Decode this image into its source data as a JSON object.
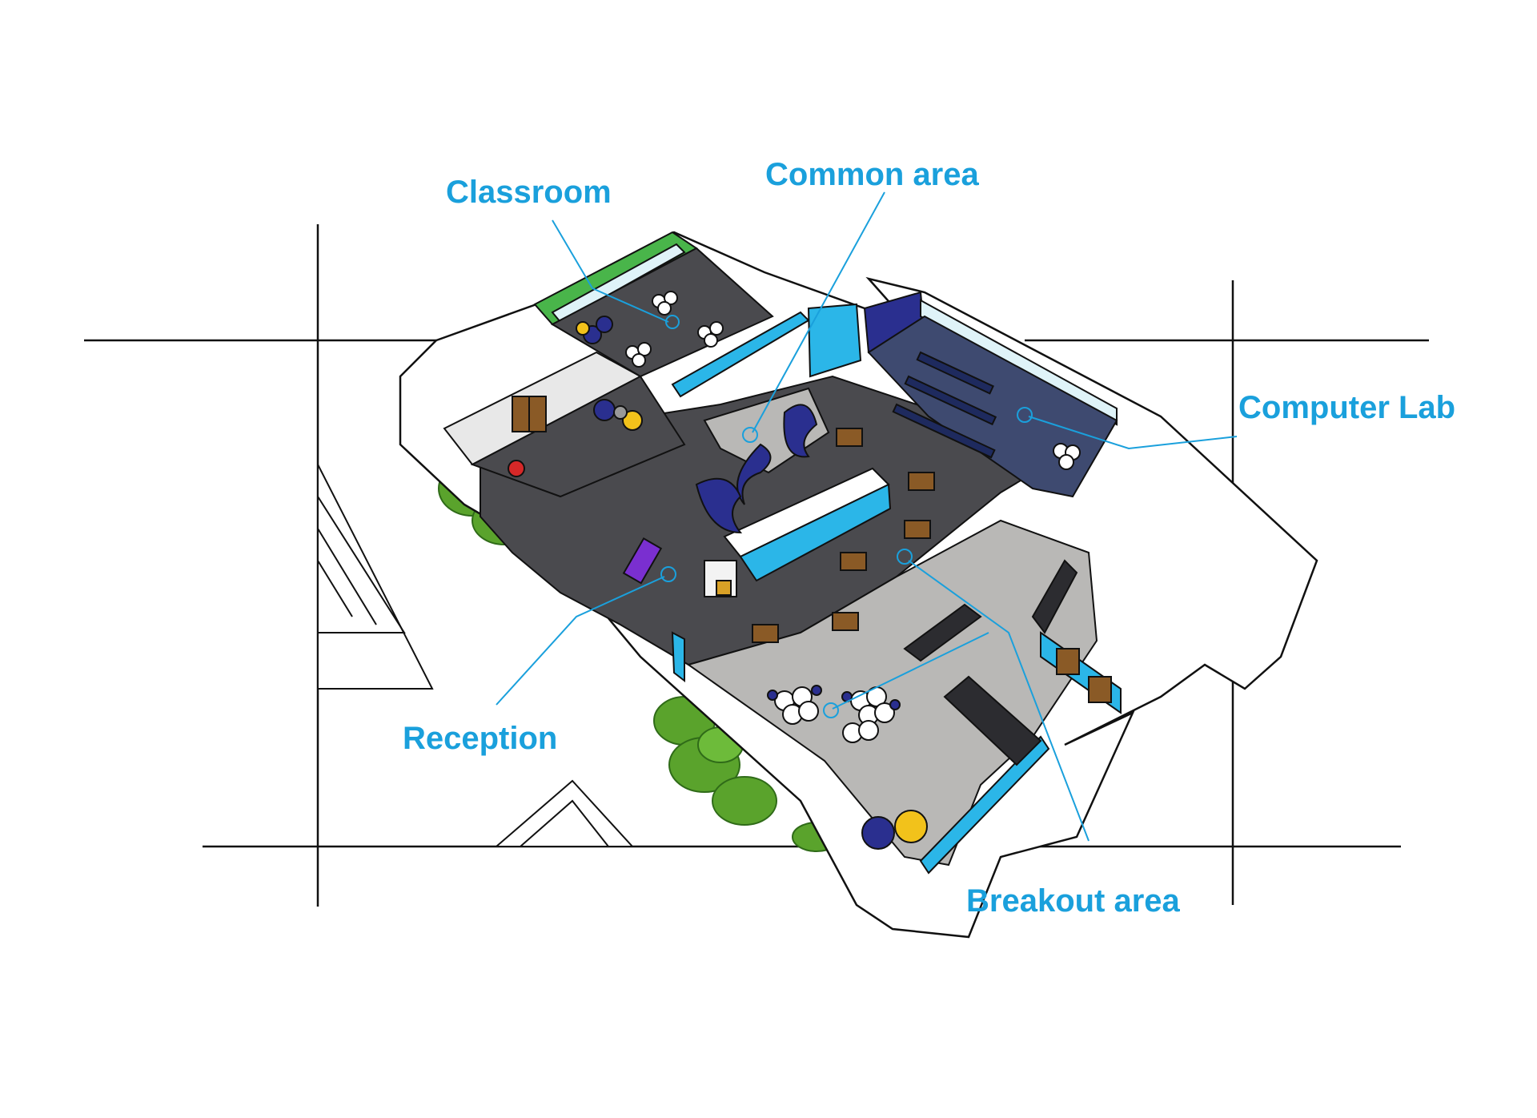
{
  "labels": {
    "classroom": "Classroom",
    "common_area": "Common area",
    "computer_lab": "Computer Lab",
    "reception": "Reception",
    "breakout_area": "Breakout area"
  },
  "colors": {
    "label": "#1aa0dc",
    "leader": "#1aa0dc",
    "outline": "#111111",
    "carpet": "#4a4a4e",
    "floor_light": "#b9b8b6",
    "accent_wall": "#2bb6e8",
    "classroom_wall": "#49b54a",
    "lab_wall": "#2a2f8f",
    "greenery": "#5aa32c"
  }
}
